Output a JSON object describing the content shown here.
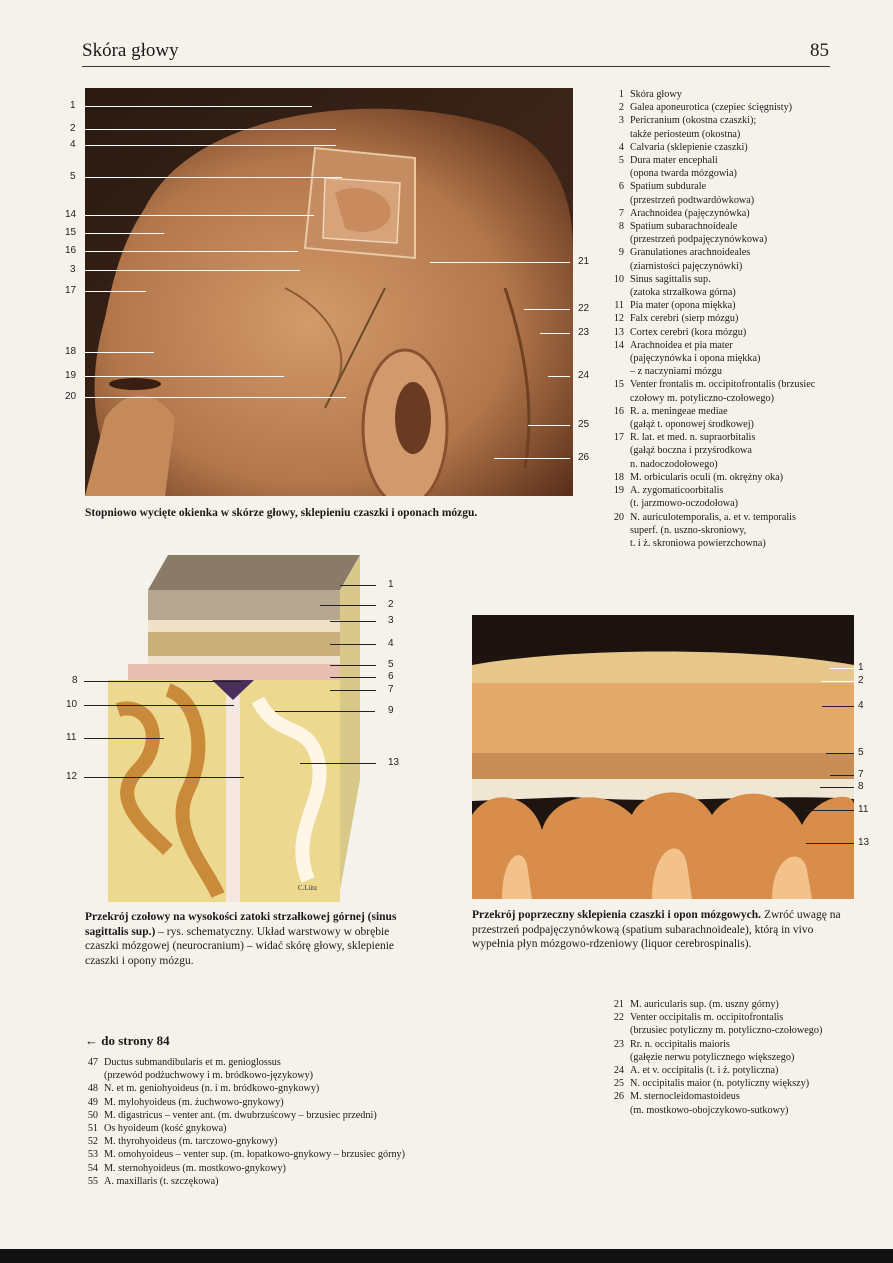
{
  "header": {
    "title": "Skóra głowy",
    "page_number": "85"
  },
  "fig1": {
    "caption": "Stopniowo wycięte okienka w skórze głowy, sklepieniu czaszki i oponach mózgu.",
    "left_labels": [
      "1",
      "2",
      "4",
      "5",
      "14",
      "15",
      "16",
      "3",
      "17",
      "18",
      "19",
      "20"
    ],
    "right_labels": [
      "21",
      "22",
      "23",
      "24",
      "25",
      "26"
    ]
  },
  "legend_top": [
    {
      "n": "1",
      "t": "Skóra głowy"
    },
    {
      "n": "2",
      "t": "Galea aponeurotica (czepiec ścięgnisty)"
    },
    {
      "n": "3",
      "t": "Pericranium (okostna czaszki);"
    },
    {
      "n": "",
      "t": "także periosteum (okostna)"
    },
    {
      "n": "4",
      "t": "Calvaria (sklepienie czaszki)"
    },
    {
      "n": "5",
      "t": "Dura mater encephali"
    },
    {
      "n": "",
      "t": "(opona twarda mózgowia)"
    },
    {
      "n": "6",
      "t": "Spatium subdurale"
    },
    {
      "n": "",
      "t": "(przestrzeń podtwardówkowa)"
    },
    {
      "n": "7",
      "t": "Arachnoidea (pajęczynówka)"
    },
    {
      "n": "8",
      "t": "Spatium subarachnoideale"
    },
    {
      "n": "",
      "t": "(przestrzeń podpajęczynówkowa)"
    },
    {
      "n": "9",
      "t": "Granulationes arachnoideales"
    },
    {
      "n": "",
      "t": "(ziarnistości pajęczynówki)"
    },
    {
      "n": "10",
      "t": "Sinus sagittalis sup."
    },
    {
      "n": "",
      "t": "(zatoka strzałkowa górna)"
    },
    {
      "n": "11",
      "t": "Pia mater (opona miękka)"
    },
    {
      "n": "12",
      "t": "Falx cerebri (sierp mózgu)"
    },
    {
      "n": "13",
      "t": "Cortex cerebri (kora mózgu)"
    },
    {
      "n": "14",
      "t": "Arachnoidea et pia mater"
    },
    {
      "n": "",
      "t": "(pajęczynówka i opona miękka)"
    },
    {
      "n": "",
      "t": "– z naczyniami mózgu"
    },
    {
      "n": "15",
      "t": "Venter frontalis m. occipitofrontalis (brzusiec"
    },
    {
      "n": "",
      "t": "czołowy m. potyliczno-czołowego)"
    },
    {
      "n": "16",
      "t": "R. a. meningeae mediae"
    },
    {
      "n": "",
      "t": "(gałąź t. oponowej środkowej)"
    },
    {
      "n": "17",
      "t": "R. lat. et med. n. supraorbitalis"
    },
    {
      "n": "",
      "t": "(gałąź boczna i przyśrodkowa"
    },
    {
      "n": "",
      "t": "n. nadoczodołowego)"
    },
    {
      "n": "18",
      "t": "M. orbicularis oculi (m. okrężny oka)"
    },
    {
      "n": "19",
      "t": "A. zygomaticoorbitalis"
    },
    {
      "n": "",
      "t": "(t. jarzmowo-oczodołowa)"
    },
    {
      "n": "20",
      "t": "N. auriculotemporalis, a. et v. temporalis"
    },
    {
      "n": "",
      "t": "superf. (n. uszno-skroniowy,"
    },
    {
      "n": "",
      "t": "t. i ż. skroniowa powierzchowna)"
    }
  ],
  "fig2": {
    "caption_bold": "Przekrój czołowy na wysokości zatoki strzałkowej górnej (sinus sagittalis sup.)",
    "caption_rest": " – rys. schematyczny. Układ warstwowy w obrębie czaszki mózgowej (neurocranium) – widać skórę głowy, sklepienie czaszki i opony mózgu.",
    "left_labels": [
      "8",
      "10",
      "11",
      "12"
    ],
    "right_labels": [
      "1",
      "2",
      "3",
      "4",
      "5",
      "6",
      "7",
      "9",
      "13"
    ],
    "signature": "C.Lütz"
  },
  "fig3": {
    "caption_bold": "Przekrój poprzeczny sklepienia czaszki i opon mózgowych.",
    "caption_rest": " Zwróć uwagę na przestrzeń podpajęczynówkową (spatium subarachnoideale), którą in vivo wypełnia płyn mózgowo-rdzeniowy (liquor cerebrospinalis).",
    "right_labels": [
      "1",
      "2",
      "4",
      "5",
      "7",
      "8",
      "11",
      "13"
    ]
  },
  "back_ref": {
    "title": "← do strony 84",
    "items": [
      {
        "n": "47",
        "t": "Ductus submandibularis et m. genioglossus"
      },
      {
        "n": "",
        "t": "(przewód podżuchwowy i m. bródkowo-językowy)"
      },
      {
        "n": "48",
        "t": "N. et m. geniohyoideus (n. i m. bródkowo-gnykowy)"
      },
      {
        "n": "49",
        "t": "M. mylohyoideus (m. żuchwowo-gnykowy)"
      },
      {
        "n": "50",
        "t": "M. digastricus – venter ant. (m. dwubrzuścowy – brzusiec przedni)"
      },
      {
        "n": "51",
        "t": "Os hyoideum (kość gnykowa)"
      },
      {
        "n": "52",
        "t": "M. thyrohyoideus (m. tarczowo-gnykowy)"
      },
      {
        "n": "53",
        "t": "M. omohyoideus – venter sup. (m. łopatkowo-gnykowy – brzusiec górny)"
      },
      {
        "n": "54",
        "t": "M. sternohyoideus (m. mostkowo-gnykowy)"
      },
      {
        "n": "55",
        "t": "A. maxillaris (t. szczękowa)"
      }
    ]
  },
  "legend_bottom": [
    {
      "n": "21",
      "t": "M. auricularis sup. (m. uszny górny)"
    },
    {
      "n": "22",
      "t": "Venter occipitalis m. occipitofrontalis"
    },
    {
      "n": "",
      "t": "(brzusiec potyliczny m. potyliczno-czołowego)"
    },
    {
      "n": "23",
      "t": "Rr. n. occipitalis maioris"
    },
    {
      "n": "",
      "t": "(gałęzie nerwu potylicznego większego)"
    },
    {
      "n": "24",
      "t": "A. et v. occipitalis (t. i ż. potyliczna)"
    },
    {
      "n": "25",
      "t": "N. occipitalis maior (n. potyliczny większy)"
    },
    {
      "n": "26",
      "t": "M. sternocleidomastoideus"
    },
    {
      "n": "",
      "t": "(m. mostkowo-obojczykowo-sutkowy)"
    }
  ]
}
